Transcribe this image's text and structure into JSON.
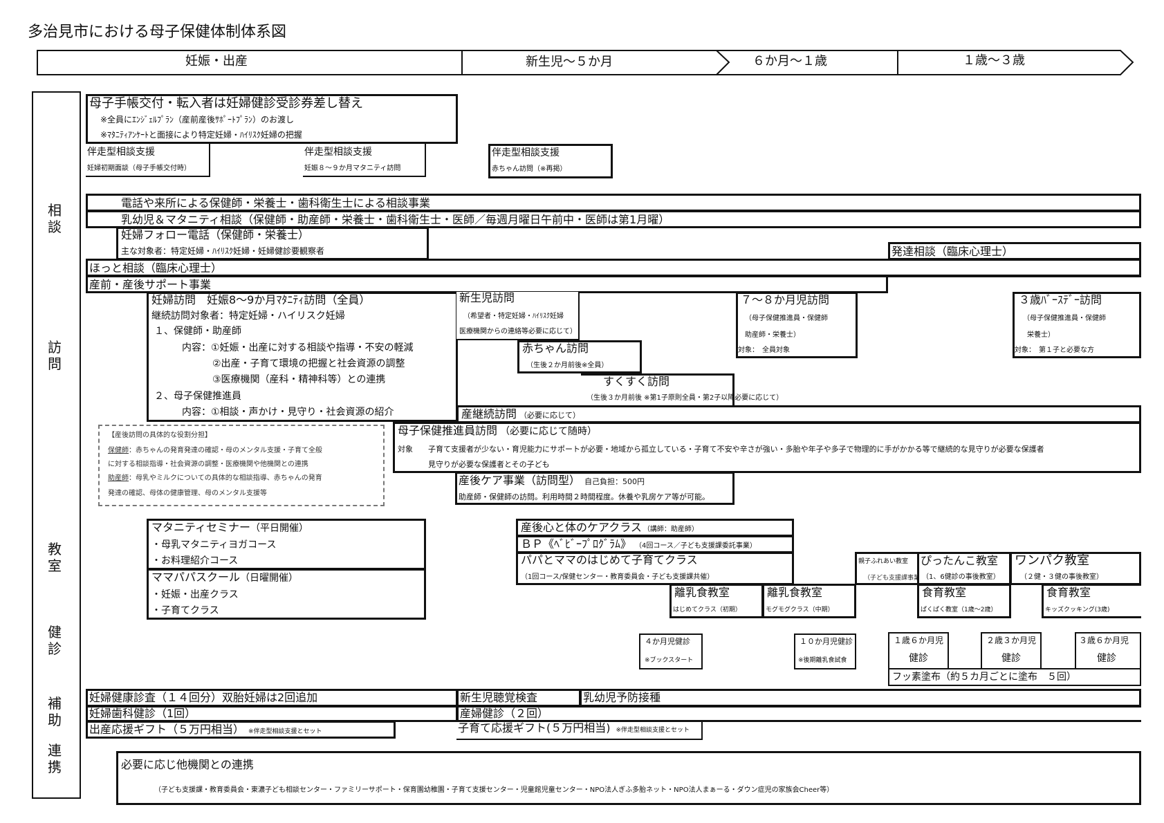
{
  "title": "多治見市における母子保健体制体系図",
  "timeline": [
    "妊娠・出産",
    "新生児～５か月",
    "６か月～１歳",
    "１歳～３歳"
  ],
  "categories": [
    [
      "相",
      "談"
    ],
    [
      "訪",
      "問"
    ],
    [
      "教",
      "室"
    ],
    [
      "健",
      "診"
    ],
    [
      "補",
      "助"
    ],
    [
      "連",
      "携"
    ]
  ],
  "consult": {
    "techo": "母子手帳交付・転入者は妊婦健診受診券差し替え",
    "techo_note1": "※全員にｴﾝｼﾞｪﾙﾌﾟﾗﾝ（産前産後ｻﾎﾟｰﾄﾌﾟﾗﾝ）のお渡し",
    "techo_note2": "※ﾏﾀﾆﾃｨｱﾝｹｰﾄと面接により特定妊婦・ﾊｲﾘｽｸ妊婦の把握",
    "bansou1_title": "伴走型相談支援",
    "bansou1_sub": "妊婦初期面談（母子手帳交付時）",
    "bansou2_title": "伴走型相談支援",
    "bansou2_sub": "妊娠８～９か月マタニティ訪問",
    "bansou3_title": "伴走型相談支援",
    "bansou3_sub": "赤ちゃん訪問（※再掲）",
    "phone": "電話や来所による保健師・栄養士・歯科衛生士による相談事業",
    "infant": "乳幼児＆マタニティ相談（保健師・助産師・栄養士・歯科衛生士・医師／毎週月曜日午前中・医師は第1月曜）",
    "follow_title": "妊婦フォロー電話（保健師・栄養士）",
    "follow_sub": "主な対象者：特定妊婦・ﾊｲﾘｽｸ妊婦・妊婦健診要観察者",
    "hattatsu": "発達相談（臨床心理士）",
    "hotto": "ほっと相談（臨床心理士）",
    "sanzen": "産前・産後サポート事業"
  },
  "visit": {
    "ninpu_title": "妊婦訪問　妊娠8～9か月ﾏﾀﾆﾃｨ訪問（全員）",
    "ninpu_l1": "継続訪問対象者：特定妊婦・ハイリスク妊婦",
    "ninpu_l2": "１、保健師・助産師",
    "ninpu_l3": "内容：①妊娠・出産に対する相談や指導・不安の軽減",
    "ninpu_l4": "②出産・子育て環境の把握と社会資源の調整",
    "ninpu_l5": "③医療機関（産科・精神科等）との連携",
    "ninpu_l6": "２、母子保健推進員",
    "ninpu_l7": "内容：①相談・声かけ・見守り・社会資源の紹介",
    "shinsei_title": "新生児訪問",
    "shinsei_sub1": "（希望者・特定妊婦・ﾊｲﾘｽｸ妊婦",
    "shinsei_sub2": "医療機関からの連絡等必要に応じて）",
    "aka_title": "赤ちゃん訪問",
    "aka_sub": "（生後２か月前後※全員）",
    "sukusuku_title": "すくすく訪問",
    "sukusuku_sub": "（生後３か月前後 ※第1子原則全員・第2子以降必要に応じて）",
    "v78_title": "７～８か月児訪問",
    "v78_sub1": "（母子保健推進員・保健師",
    "v78_sub2": "助産師・栄養士）",
    "v78_sub3": "対象：　全員対象",
    "v3_title": "３歳ﾊﾞｰｽﾃﾞｰ訪問",
    "v3_sub1": "（母子保健推進員・保健師",
    "v3_sub2": "栄養士）",
    "v3_sub3": "対象：　第１子と必要な方",
    "sankei_title": "産継続訪問",
    "sankei_note": "（必要に応じて）",
    "suishin_title": "母子保健推進員訪問",
    "suishin_note": "（必要に応じて随時）",
    "suishin_label": "対象",
    "suishin_l1": "子育て支援者が少ない・育児能力にサポートが必要・地域から孤立している・子育て不安や辛さが強い・多胎や年子や多子で物理的に手がかかる等で継続的な見守りが必要な保護者",
    "suishin_l2": "見守りが必要な保護者とその子ども",
    "care_title": "産後ケア事業（訪問型）",
    "care_note": "自己負担：500円",
    "care_sub": "助産師・保健師の訪問。利用時間２時間程度。休養や乳房ケア等が可能。",
    "role_title": "【産後訪問の具体的な役割分担】",
    "role_hk": "保健師",
    "role_l1": "：赤ちゃんの発育発達の確認・母のメンタル支援・子育て全般",
    "role_l2": "に対する相談指導・社会資源の調整・医療機関や他機関との連携",
    "role_jo": "助産師",
    "role_l3": "：母乳やミルクについての具体的な相談指導、赤ちゃんの発育",
    "role_l4": "発達の確認、母体の健康管理、母のメンタル支援等"
  },
  "class": {
    "maternity_title": "マタニティセミナー",
    "maternity_note": "（平日開催）",
    "maternity_l1": "・母乳マタニティヨガコース",
    "maternity_l2": "・お料理紹介コース",
    "mamapapa_title": "ママパパスクール",
    "mamapapa_note": "（日曜開催）",
    "mamapapa_l1": "・妊娠・出産クラス",
    "mamapapa_l2": "・子育てクラス",
    "sango_title": "産後心と体のケアクラス",
    "sango_note": "（講師：助産師）",
    "bp_title": "ＢＰ《ﾍﾞﾋﾞｰﾌﾟﾛｸﾞﾗﾑ》",
    "bp_note": "（4回コース／子ども支援課委託事業）",
    "papa_title": "パパとママのはじめて子育てクラス",
    "papa_sub": "（1回コース/保健センター・教育委員会・子ども支援課共催）",
    "rinyu1_title": "離乳食教室",
    "rinyu1_sub": "はじめてクラス（初期）",
    "rinyu2_title": "離乳食教室",
    "rinyu2_sub": "モグモグクラス（中期）",
    "fureai_title": "親子ふれあい教室",
    "fureai_sub": "（子ども支援課事業）",
    "pittanko_title": "ぴったんこ教室",
    "pittanko_sub": "（1、6健診の事後教室）",
    "wanpaku_title": "ワンパク教室",
    "wanpaku_sub": "（２健・３健の事後教室）",
    "shokuiku1_title": "食育教室",
    "shokuiku1_sub": "ぱくぱく教室（1歳～2歳）",
    "shokuiku2_title": "食育教室",
    "shokuiku2_sub": "キッズクッキング(3歳)"
  },
  "checkup": {
    "k4_title": "４か月児健診",
    "k4_sub": "※ブックスタート",
    "k10_title": "１０か月児健診",
    "k10_sub": "※後期離乳食試食",
    "k16_title1": "１歳６か月児",
    "k16_title2": "健診",
    "k23_title1": "２歳３か月児",
    "k23_title2": "健診",
    "k36_title1": "３歳６か月児",
    "k36_title2": "健診",
    "fusso": "フッ素塗布（約５カ月ごとに塗布　５回）"
  },
  "subsidy": {
    "ninpu_kenshin": "妊婦健康診査（１４回分）双胎妊婦は2回追加",
    "shika": "妊婦歯科健診（1回）",
    "gift1": "出産応援ギフト（５万円相当）",
    "gift1_note": "※伴走型相談支援とセット",
    "choukaku": "新生児聴覚検査",
    "sanpu": "産婦健診（２回）",
    "gift2": "子育て応援ギフト(５万円相当)",
    "gift2_note": "※伴走型相談支援とセット",
    "yobou": "乳幼児予防接種"
  },
  "renkei": {
    "title": "必要に応じ他機関との連携",
    "sub": "（子ども支援課・教育委員会・東濃子ども相談センター・ファミリーサポート・保育園幼稚園・子育て支援センター・児童館児童センター・NPO法人ぎふ多胎ネット・NPO法人まぁーる・ダウン症児の家族会Cheer等）"
  }
}
